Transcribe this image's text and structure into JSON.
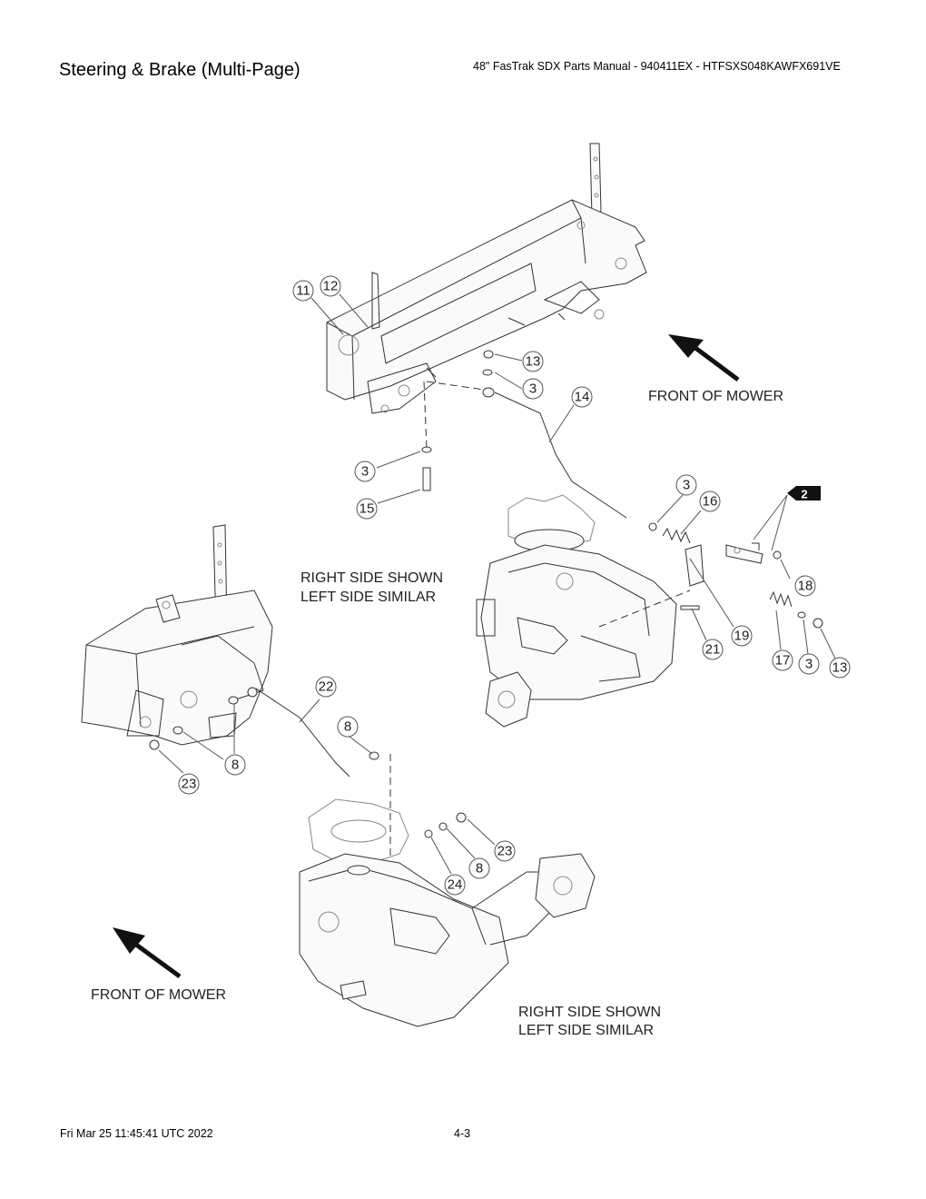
{
  "header": {
    "title": "Steering & Brake (Multi-Page)",
    "manual": "48\" FasTrak SDX Parts Manual - 940411EX - HTFSXS048KAWFX691VE"
  },
  "footer": {
    "timestamp": "Fri Mar 25 11:45:41 UTC 2022",
    "page": "4-3"
  },
  "diagram": {
    "labels": {
      "front_top": "FRONT OF MOWER",
      "front_bottom": "FRONT OF MOWER",
      "right_side_1_line1": "RIGHT SIDE SHOWN",
      "right_side_1_line2": "LEFT SIDE SIMILAR",
      "right_side_2_line1": "RIGHT SIDE SHOWN",
      "right_side_2_line2": "LEFT SIDE SIMILAR"
    },
    "reference_tag": "2",
    "callouts": [
      "11",
      "12",
      "13",
      "3",
      "14",
      "3",
      "15",
      "3",
      "16",
      "18",
      "19",
      "21",
      "17",
      "3",
      "13",
      "22",
      "8",
      "8",
      "23",
      "23",
      "8",
      "24"
    ]
  }
}
